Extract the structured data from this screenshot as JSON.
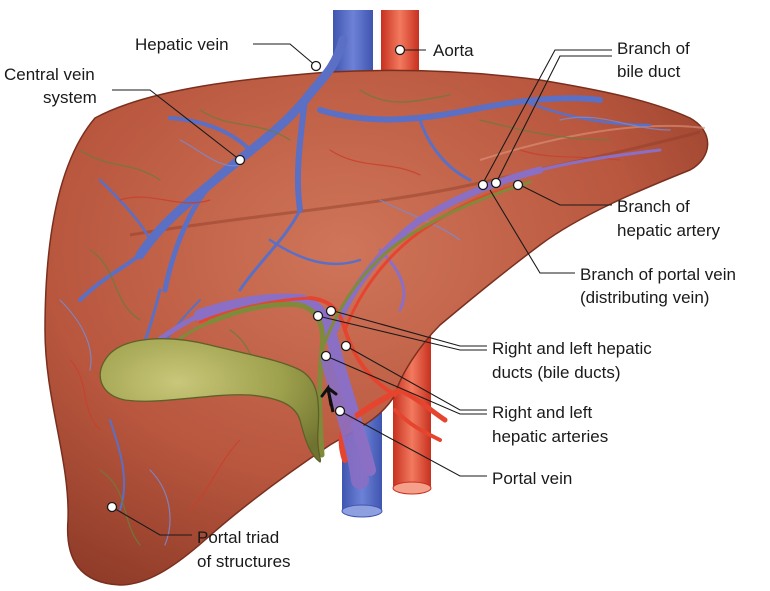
{
  "labels": {
    "hepatic_vein": "Hepatic vein",
    "aorta": "Aorta",
    "central_vein_1": "Central vein",
    "central_vein_2": "system",
    "bile_branch_1": "Branch of",
    "bile_branch_2": "bile duct",
    "hep_artery_branch_1": "Branch of",
    "hep_artery_branch_2": "hepatic artery",
    "portal_branch_1": "Branch of portal vein",
    "portal_branch_2": "(distributing vein)",
    "hep_ducts_1": "Right and left hepatic",
    "hep_ducts_2": "ducts (bile ducts)",
    "hep_arteries_1": "Right and left",
    "hep_arteries_2": "hepatic arteries",
    "portal_vein": "Portal vein",
    "portal_triad_1": "Portal triad",
    "portal_triad_2": "of structures"
  },
  "colors": {
    "liver": "#b8563e",
    "liver_dark": "#8e3b28",
    "liver_light": "#cf7559",
    "vein_blue": "#5b6fc4",
    "artery_red": "#e5452f",
    "portal_purple": "#8a6fc4",
    "bile_green": "#7f8a3a",
    "gallbladder": "#9da04c"
  }
}
